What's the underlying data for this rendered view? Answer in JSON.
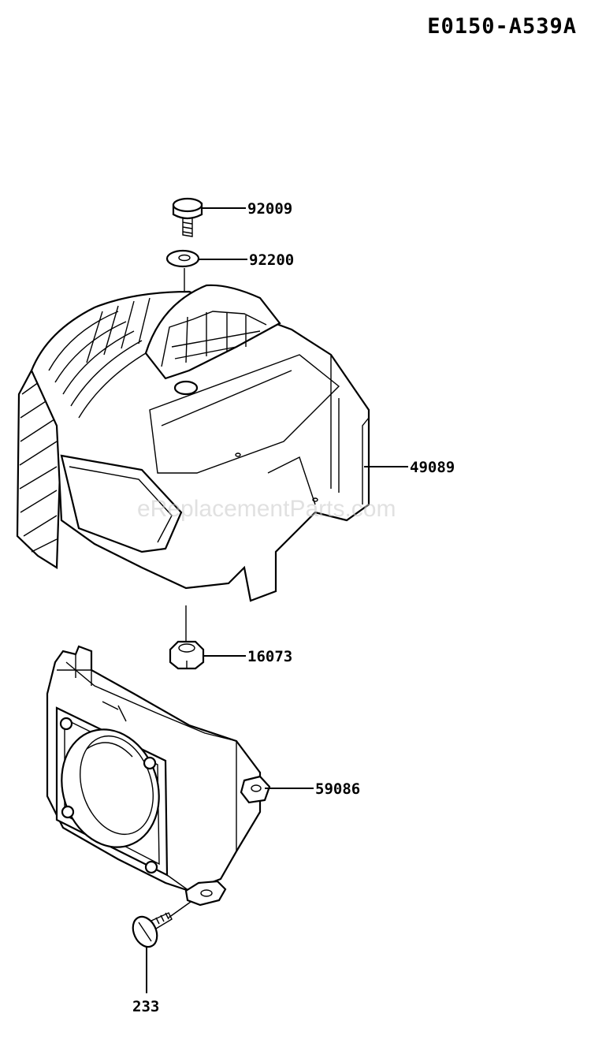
{
  "diagram_code": "E0150-A539A",
  "watermark": "eReplacementParts.com",
  "parts": [
    {
      "id": "bolt-top",
      "number": "92009"
    },
    {
      "id": "washer",
      "number": "92200"
    },
    {
      "id": "cover",
      "number": "49089"
    },
    {
      "id": "nut",
      "number": "16073"
    },
    {
      "id": "shroud",
      "number": "59086"
    },
    {
      "id": "bolt-bottom",
      "number": "233"
    }
  ]
}
